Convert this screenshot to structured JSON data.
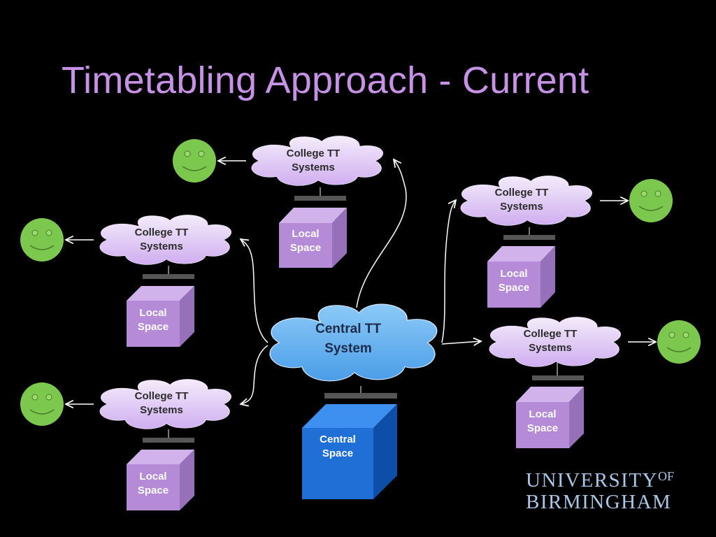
{
  "slide": {
    "title": "Timetabling Approach - Current"
  },
  "diagram": {
    "central_system": {
      "line1": "Central TT",
      "line2": "System"
    },
    "central_space": {
      "line1": "Central",
      "line2": "Space"
    },
    "college_systems": [
      {
        "line1": "College TT",
        "line2": "Systems"
      },
      {
        "line1": "College TT",
        "line2": "Systems"
      },
      {
        "line1": "College TT",
        "line2": "Systems"
      },
      {
        "line1": "College TT",
        "line2": "Systems"
      },
      {
        "line1": "College TT",
        "line2": "Systems"
      }
    ],
    "local_spaces": [
      {
        "line1": "Local",
        "line2": "Space"
      },
      {
        "line1": "Local",
        "line2": "Space"
      },
      {
        "line1": "Local",
        "line2": "Space"
      },
      {
        "line1": "Local",
        "line2": "Space"
      },
      {
        "line1": "Local",
        "line2": "Space"
      }
    ],
    "users": [
      "smiley-face-icon",
      "smiley-face-icon",
      "smiley-face-icon",
      "smiley-face-icon",
      "smiley-face-icon"
    ],
    "colors": {
      "title": "#c792e6",
      "college_cloud": "#e3cff5",
      "central_cloud": "#5fb0f0",
      "local_box": "#b58ad6",
      "central_box": "#1f6fd6",
      "smiley": "#7cc84f",
      "logo": "#a9c8e8"
    }
  },
  "logo": {
    "line1": "UNIVERSITY",
    "of": "OF",
    "line2": "BIRMINGHAM"
  }
}
